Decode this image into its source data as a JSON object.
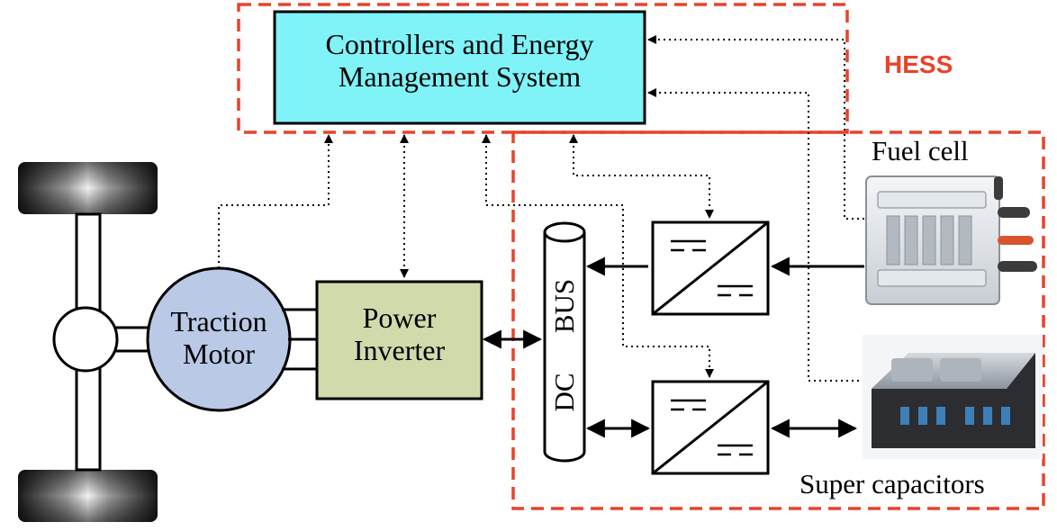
{
  "colors": {
    "hess_dash": "#e8432b",
    "ems_fill": "#7ff3f7",
    "motor_fill": "#b9c9e6",
    "inverter_fill": "#cfdbab",
    "line": "#000000"
  },
  "ems": {
    "line1": "Controllers and Energy",
    "line2": "Management System"
  },
  "hess_label": "HESS",
  "motor": {
    "line1": "Traction",
    "line2": "Motor"
  },
  "inverter": {
    "line1": "Power",
    "line2": "Inverter"
  },
  "bus": {
    "word1": "DC",
    "word2": "BUS"
  },
  "fuel_cell_label": "Fuel cell",
  "supercap_label": "Super capacitors",
  "icons": [
    "wheel-icon",
    "fuel-cell-image",
    "supercapacitor-image",
    "dc-dc-converter-icon"
  ]
}
